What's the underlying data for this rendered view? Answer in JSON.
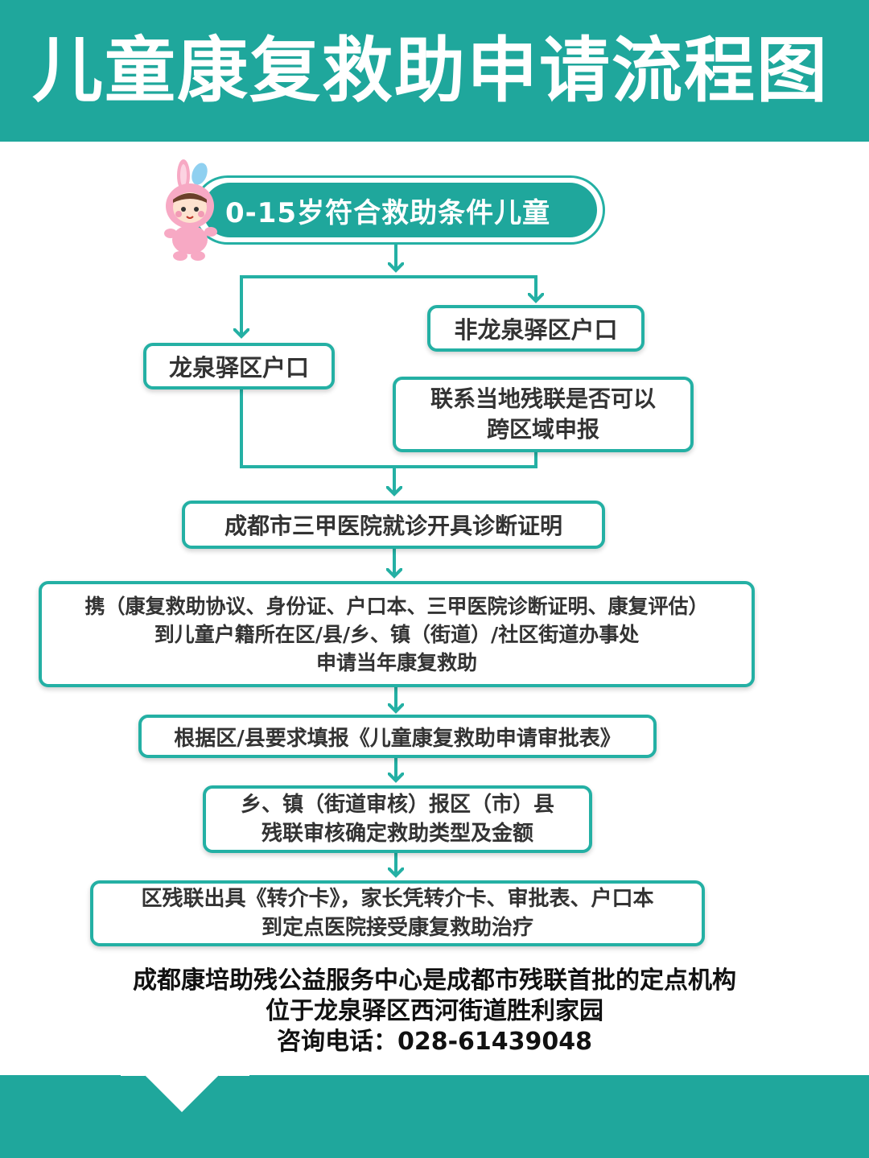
{
  "title": "儿童康复救助申请流程图",
  "start": "0-15岁符合救助条件儿童",
  "branch_left": "龙泉驿区户口",
  "branch_right": "非龙泉驿区户口",
  "branch_right_step": [
    "联系当地残联是否可以",
    "跨区域申报"
  ],
  "steps": {
    "diagnosis": "成都市三甲医院就诊开具诊断证明",
    "documents": [
      "携（康复救助协议、身份证、户口本、三甲医院诊断证明、康复评估）",
      "到儿童户籍所在区/县/乡、镇（街道）/社区街道办事处",
      "申请当年康复救助"
    ],
    "form": "根据区/县要求填报《儿童康复救助申请审批表》",
    "review": [
      "乡、镇（街道审核）报区（市）县",
      "残联审核确定救助类型及金额"
    ],
    "referral": [
      "区残联出具《转介卡》，家长凭转介卡、审批表、户口本",
      "到定点医院接受康复救助治疗"
    ]
  },
  "footer": {
    "line1": "成都康培助残公益服务中心是成都市残联首批的定点机构",
    "line2": "位于龙泉驿区西河街道胜利家园",
    "line3": "咨询电话：028-61439048"
  },
  "colors": {
    "accent": "#1fa79c",
    "border": "#24b0a4"
  }
}
